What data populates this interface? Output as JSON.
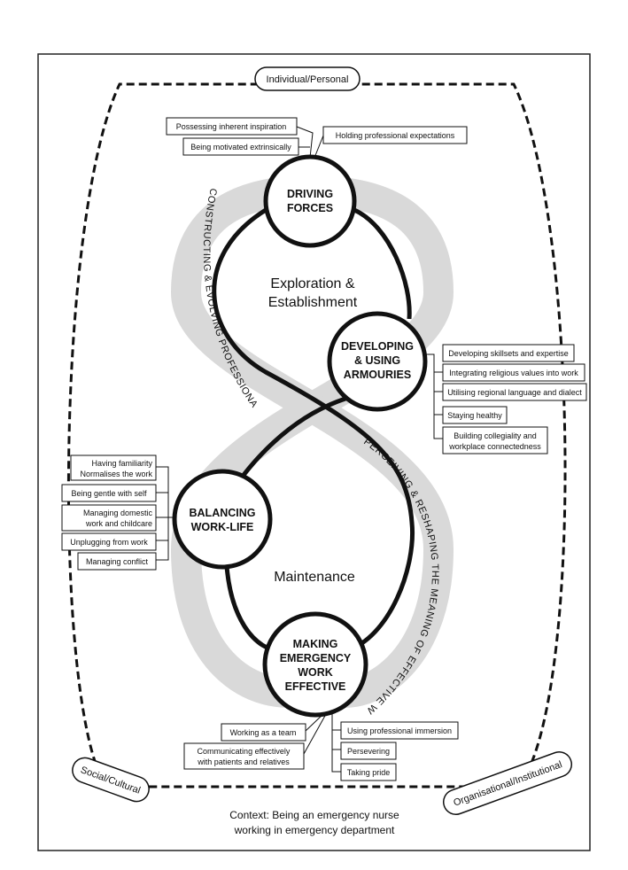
{
  "context": {
    "top": "Individual/Personal",
    "left": "Social/Cultural",
    "right": "Organisational/Institutional",
    "caption_line1": "Context: Being an emergency nurse",
    "caption_line2": "working in emergency department"
  },
  "phases": {
    "upper": [
      "Exploration &",
      "Establishment"
    ],
    "lower": "Maintenance"
  },
  "arcs": {
    "left": "CONSTRUCTING & EVOLVING PROFESSIONAL IDENTITIES",
    "right": "PERCEIVING & RESHAPING THE MEANING OF EFFECTIVE WORK AND CARE"
  },
  "nodes": {
    "driving": [
      "DRIVING",
      "FORCES"
    ],
    "armouries": [
      "DEVELOPING",
      "& USING",
      "ARMOURIES"
    ],
    "balancing": [
      "BALANCING",
      "WORK-LIFE"
    ],
    "emergency": [
      "MAKING",
      "EMERGENCY",
      "WORK",
      "EFFECTIVE"
    ]
  },
  "driving_items": [
    "Possessing inherent inspiration",
    "Being motivated extrinsically",
    "Holding professional expectations"
  ],
  "armouries_items": [
    "Developing skillsets and expertise",
    "Integrating religious values into work",
    "Utilising regional language and dialect",
    "Staying healthy",
    [
      "Building collegiality and",
      "workplace connectedness"
    ]
  ],
  "balancing_items": [
    [
      "Having familiarity",
      "Normalises the work"
    ],
    "Being gentle with self",
    [
      "Managing domestic",
      "work and childcare"
    ],
    "Unplugging from work",
    "Managing conflict"
  ],
  "emergency_items": [
    "Working as a team",
    [
      "Communicating effectively",
      "with patients and relatives"
    ],
    "Using professional immersion",
    "Persevering",
    "Taking pride"
  ]
}
